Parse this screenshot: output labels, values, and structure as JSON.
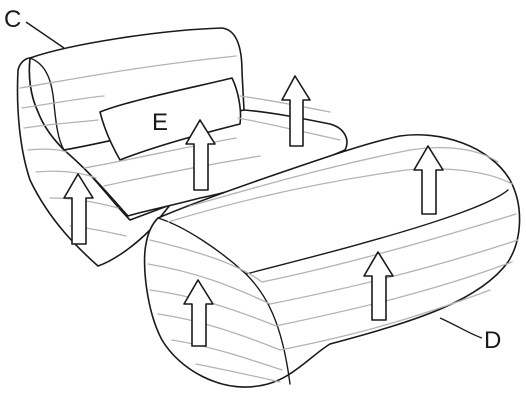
{
  "labels": {
    "c": "C",
    "e": "E",
    "d": "D"
  },
  "colors": {
    "outline": "#1a1a1a",
    "seam": "#b3b3b3",
    "background": "#ffffff"
  },
  "icons": {
    "inflate_arrow": "upward-arrow-icon"
  }
}
